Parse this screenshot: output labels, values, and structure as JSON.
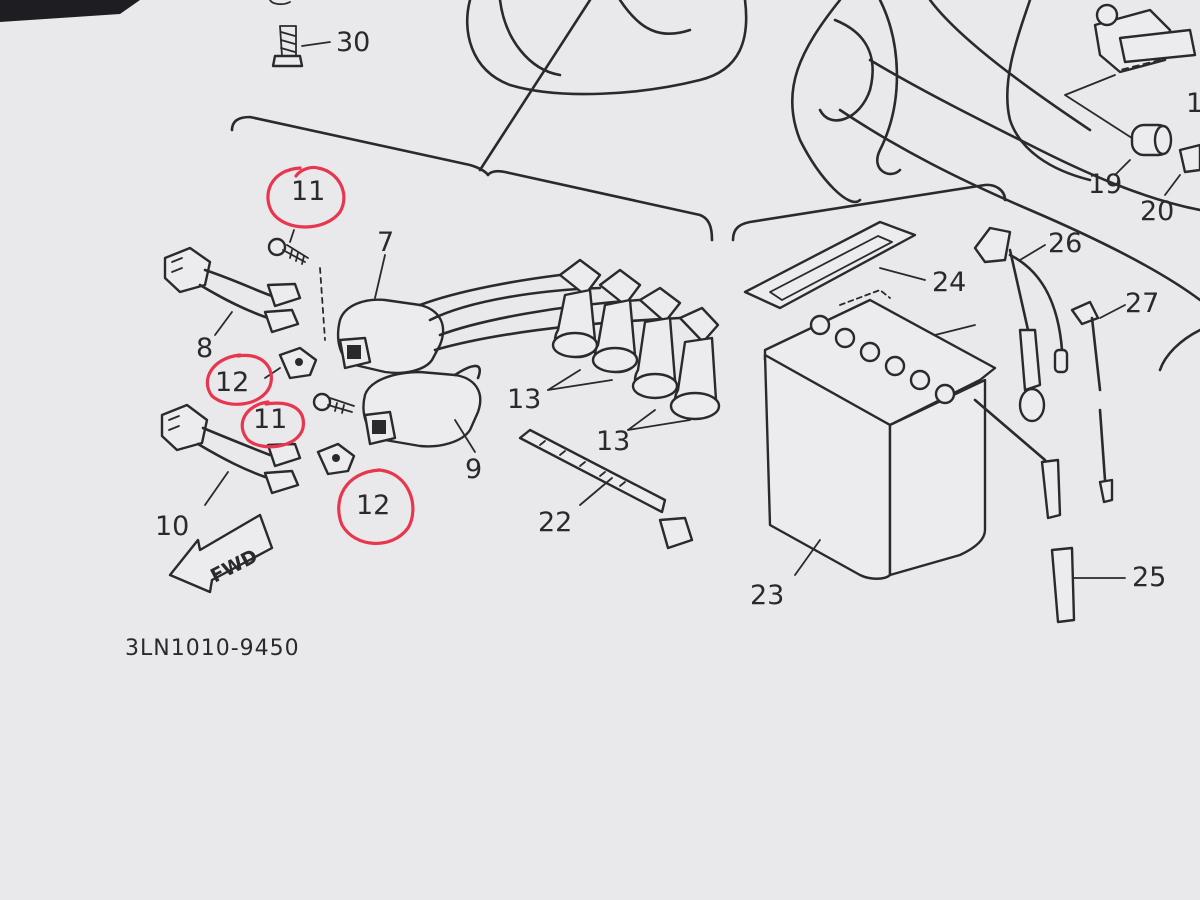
{
  "callouts": {
    "c30": "30",
    "c11a": "11",
    "c7": "7",
    "c8": "8",
    "c12a": "12",
    "c11b": "11",
    "c9": "9",
    "c12b": "12",
    "c10": "10",
    "c13a": "13",
    "c13b": "13",
    "c22": "22",
    "c23": "23",
    "c24": "24",
    "c25": "25",
    "c26": "26",
    "c27": "27",
    "c19": "19",
    "c20": "20",
    "c1x": "1"
  },
  "fwd_arrow": "FWD",
  "drawing_code": "3LN1010-9450",
  "colors": {
    "paper": "#e9e9ec",
    "ink": "#2a2a2e",
    "highlight_circle": "#e8364f",
    "dark_corner": "#1e1e22"
  }
}
